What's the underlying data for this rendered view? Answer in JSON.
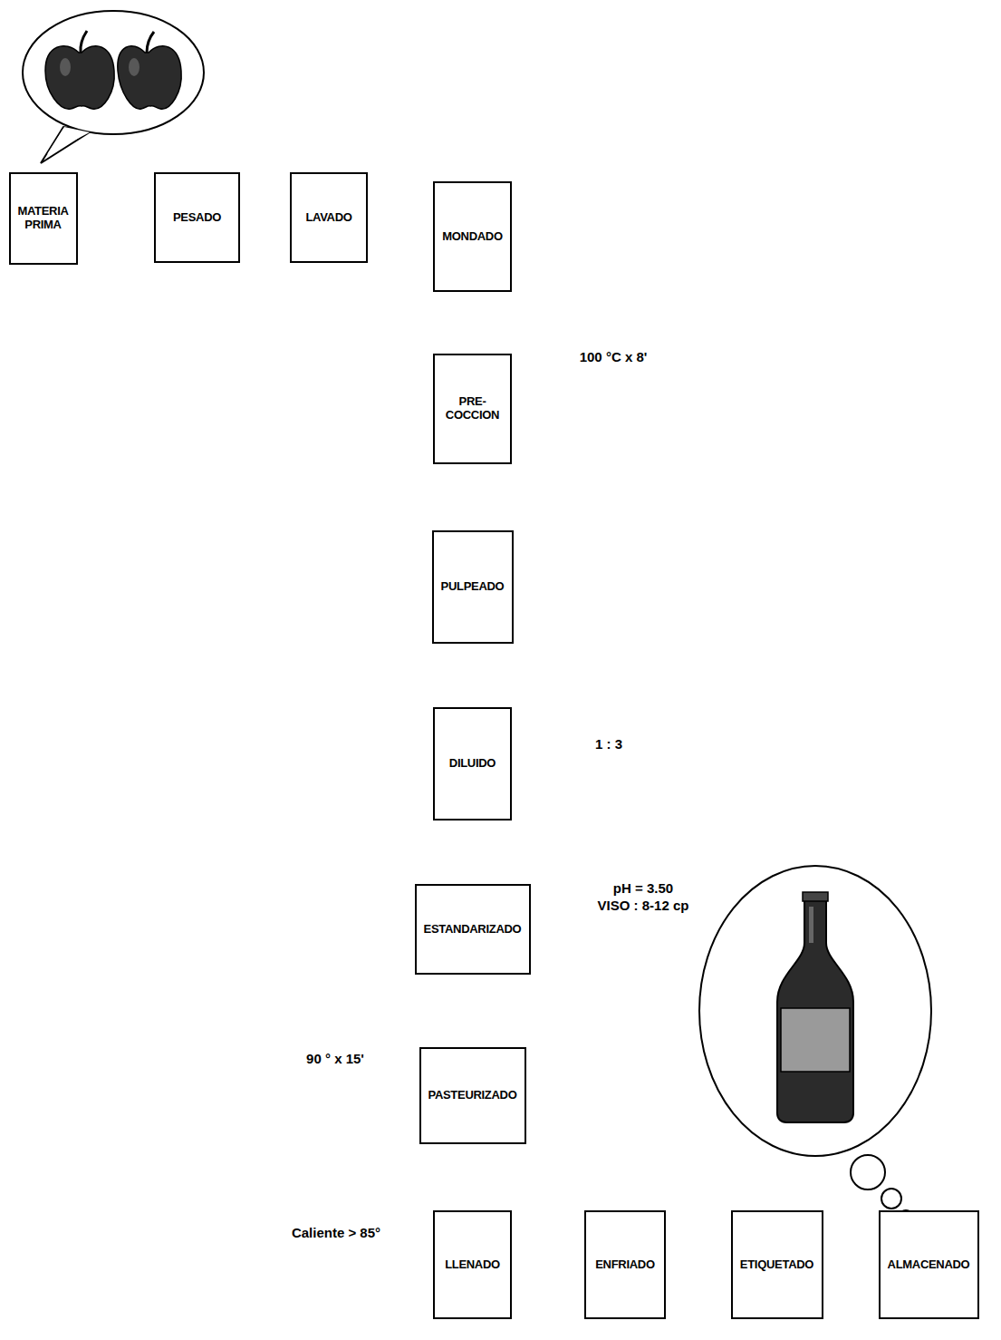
{
  "diagram": {
    "nodes": [
      {
        "text": [
          "MATERIA PRIMA"
        ]
      },
      {
        "text": [
          "PESADO"
        ]
      },
      {
        "text": [
          "LAVADO"
        ]
      },
      {
        "text": [
          "MONDADO"
        ]
      },
      {
        "text": [
          "PRE-COCCION"
        ]
      },
      {
        "text": [
          "PULPEADO"
        ]
      },
      {
        "text": [
          "DILUIDO"
        ]
      },
      {
        "text": [
          "ESTANDARIZADO"
        ]
      },
      {
        "text": [
          "PASTEURIZADO"
        ]
      },
      {
        "text": [
          "LLENADO"
        ]
      },
      {
        "text": [
          "ENFRIADO"
        ]
      },
      {
        "text": [
          "ETIQUETADO"
        ]
      },
      {
        "text": [
          "ALMACENADO"
        ]
      },
      {
        "text": [
          "100 °C x 8'"
        ]
      },
      {
        "text": [
          "1 : 3"
        ]
      },
      {
        "text": [
          "pH = 3.50",
          "VISO : 8-12 cp"
        ]
      },
      {
        "text": [
          "90 ° x 15'"
        ]
      },
      {
        "text": [
          "Caliente > 85°"
        ]
      }
    ],
    "edges": [
      {
        "from": 0,
        "to": 1,
        "arrow": "to"
      },
      {
        "from": 1,
        "to": 2,
        "arrow": "to"
      },
      {
        "from": 2,
        "to": 3,
        "arrow": "to"
      },
      {
        "from": 3,
        "to": 4,
        "arrow": "to"
      },
      {
        "from": 4,
        "to": 5,
        "arrow": "to"
      },
      {
        "from": 5,
        "to": 6,
        "arrow": "to"
      },
      {
        "from": 6,
        "to": 7,
        "arrow": "to"
      },
      {
        "from": 7,
        "to": 8,
        "arrow": "to"
      },
      {
        "from": 8,
        "to": 9,
        "arrow": "to"
      },
      {
        "from": 9,
        "to": 10,
        "arrow": "to"
      },
      {
        "from": 10,
        "to": 11,
        "arrow": "to"
      },
      {
        "from": 11,
        "to": 12,
        "arrow": "to"
      }
    ]
  }
}
